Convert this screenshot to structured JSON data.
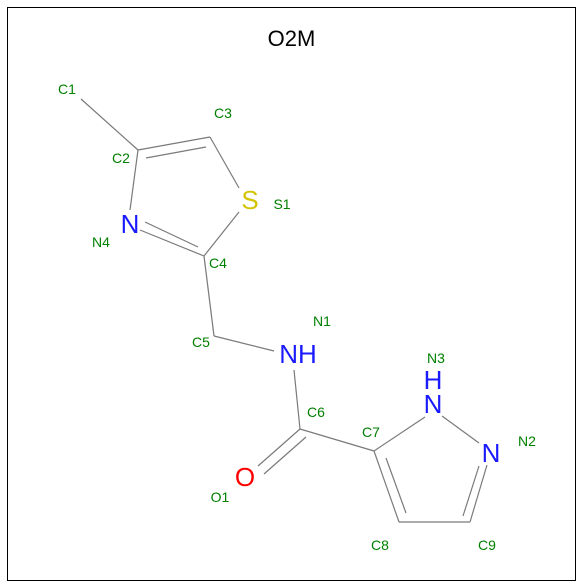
{
  "title": "O2M",
  "colors": {
    "carbon": "#7a7a7a",
    "nitrogen": "#1a1aff",
    "oxygen": "#ff0000",
    "sulfur": "#d4c400",
    "label": "#008000",
    "frame": "#000000"
  },
  "atoms": {
    "c1": {
      "label": "C1"
    },
    "c2": {
      "label": "C2"
    },
    "c3": {
      "label": "C3"
    },
    "c4": {
      "label": "C4"
    },
    "c5": {
      "label": "C5"
    },
    "c6": {
      "label": "C6"
    },
    "c7": {
      "label": "C7"
    },
    "c8": {
      "label": "C8"
    },
    "c9": {
      "label": "C9"
    },
    "s1": {
      "label": "S1",
      "symbol": "S"
    },
    "n1": {
      "label": "N1",
      "symbol": "NH"
    },
    "n2": {
      "label": "N2",
      "symbol": "N"
    },
    "n3": {
      "label": "N3",
      "symbol": "N",
      "h": "H"
    },
    "n4": {
      "label": "N4",
      "symbol": "N"
    },
    "o1": {
      "label": "O1",
      "symbol": "O"
    }
  }
}
